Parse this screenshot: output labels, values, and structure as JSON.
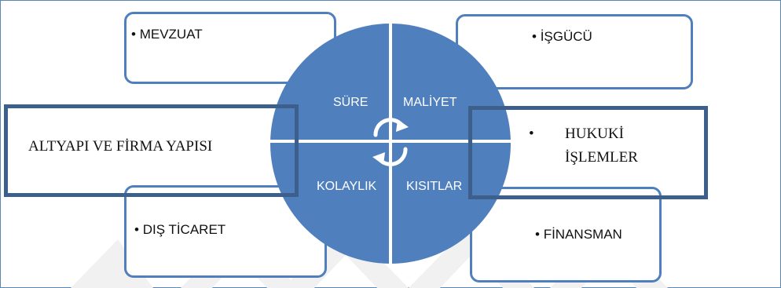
{
  "diagram": {
    "quadrants": {
      "top_left": "SÜRE",
      "top_right": "MALİYET",
      "bottom_left": "KOLAYLIK",
      "bottom_right": "KISITLAR"
    },
    "boxes": {
      "mevzuat": "MEVZUAT",
      "isgucu": "İŞGÜCÜ",
      "dis_ticaret": "DIŞ TİCARET",
      "finansman": "FİNANSMAN",
      "altyapi": "ALTYAPI VE FİRMA YAPISI",
      "hukuki_line1": "HUKUKİ",
      "hukuki_line2": "İŞLEMLER"
    },
    "bullet": "•",
    "colors": {
      "circle": "#4f80bd",
      "box_border": "#4f7fbc",
      "dark_box_border": "#3c5f8c",
      "watermark": "#f1f1f1"
    }
  }
}
